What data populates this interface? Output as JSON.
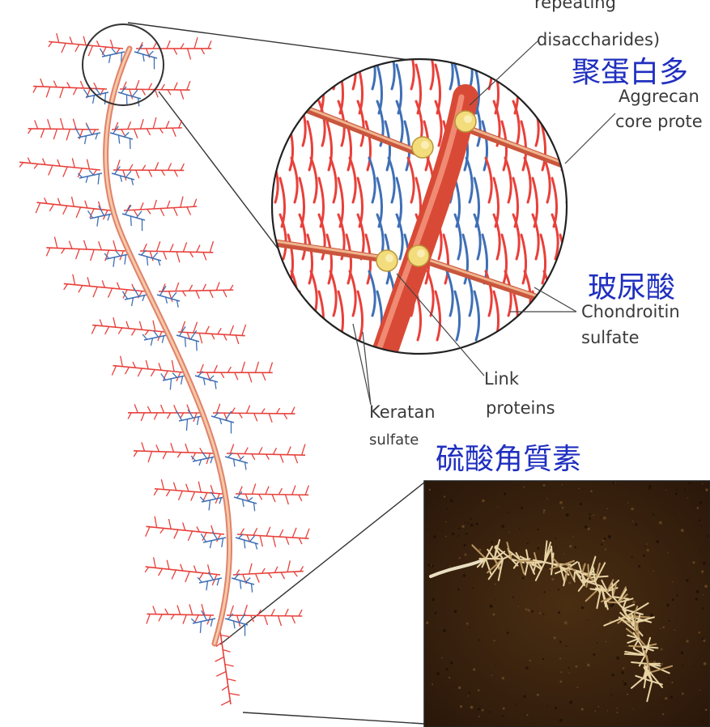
{
  "labels": {
    "repeating": "repeating",
    "disaccharides": "disaccharides)",
    "aggrecan": "Aggrecan",
    "core_protein": "core prote",
    "chondroitin": "Chondroitin",
    "chondroitin_sulfate": "sulfate",
    "link": "Link",
    "proteins": "proteins",
    "keratan": "Keratan",
    "keratan_sulfate": "sulfate"
  },
  "annotations_cn": {
    "aggrecan": "聚蛋白多",
    "hyaluronic": "玻尿酸",
    "keratan": "硫酸角質素"
  },
  "colors": {
    "glycan_red": "#e8403a",
    "keratan_blue": "#3f6fb5",
    "core_tan": "#efb48e",
    "core_red": "#d94a36",
    "link_yellow": "#f3dc7c",
    "annotation_blue": "#1f2fbf"
  }
}
